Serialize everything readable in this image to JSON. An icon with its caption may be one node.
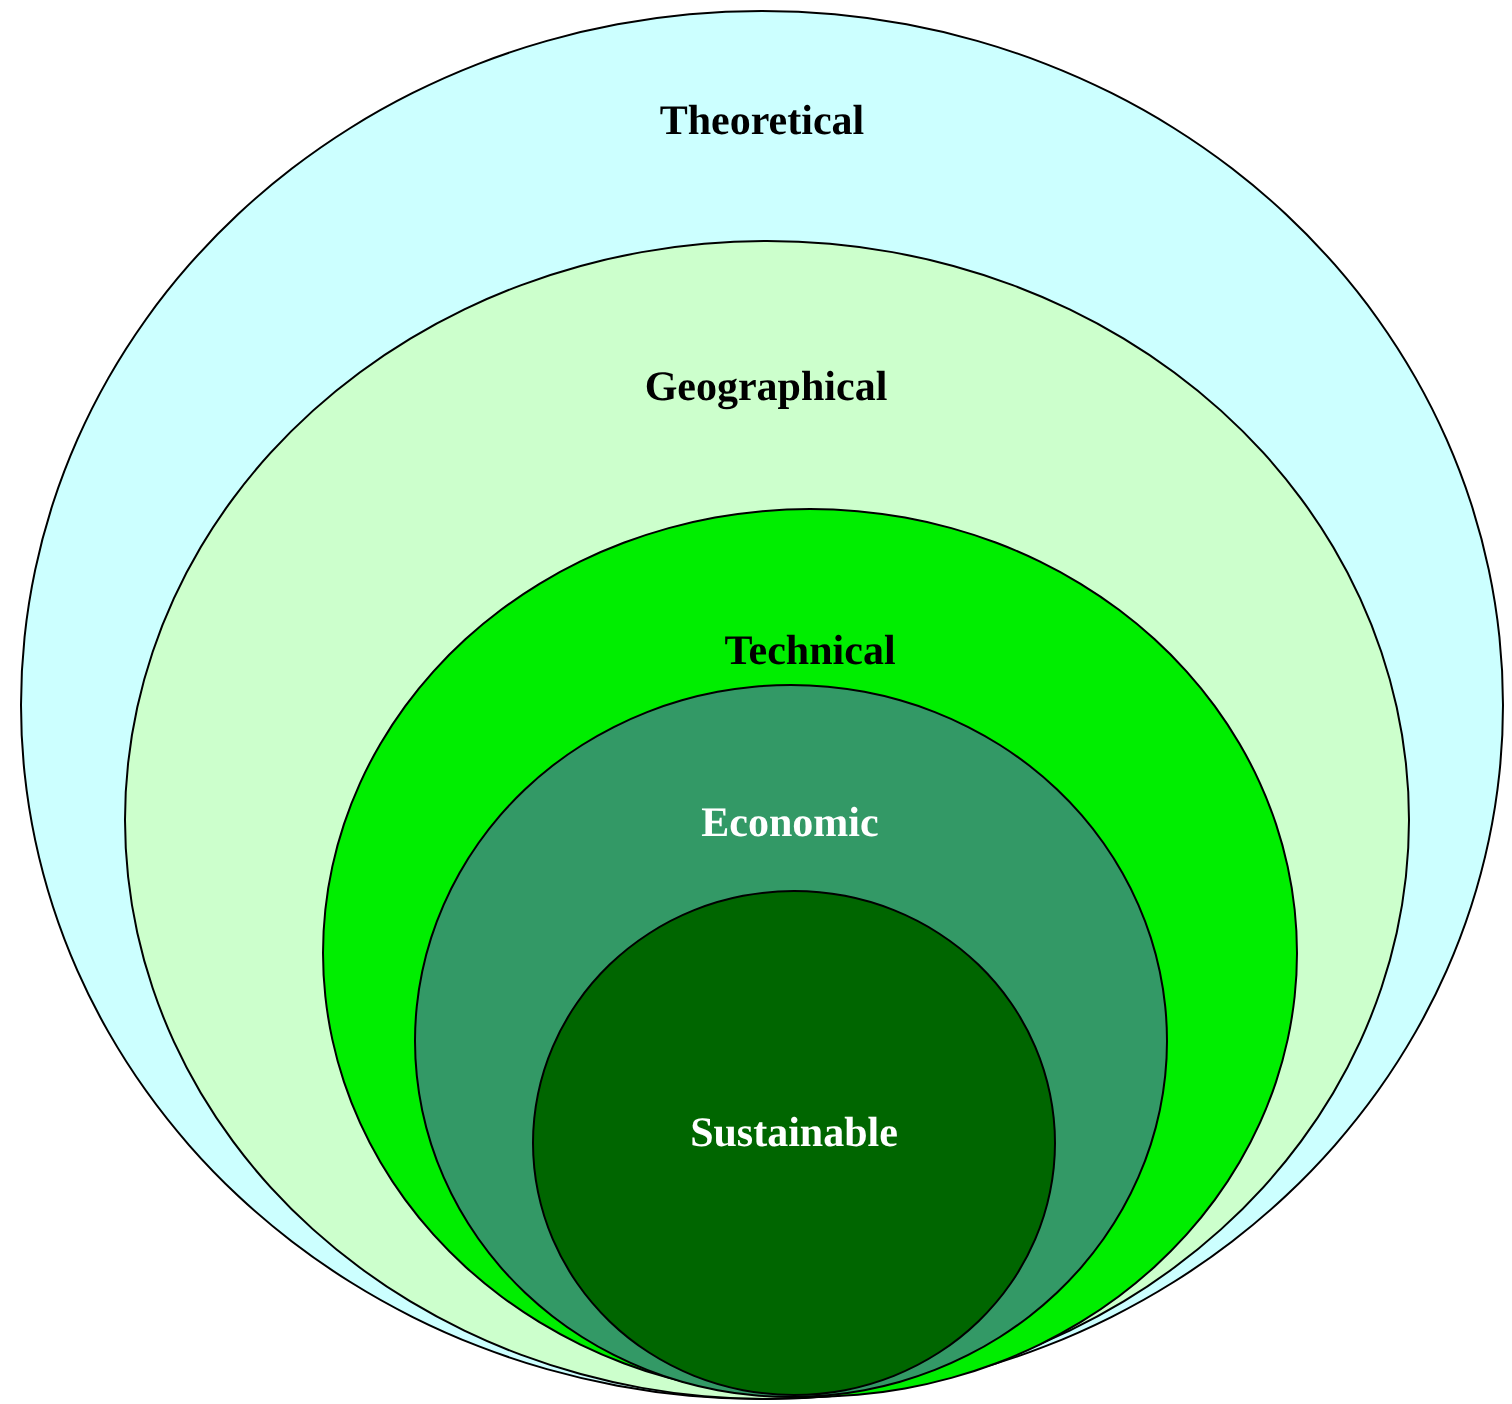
{
  "diagram": {
    "nodes": [
      {
        "text": [
          "Theoretical"
        ]
      },
      {
        "text": [
          "Geographical"
        ],
        "in": 0
      },
      {
        "text": [
          "Technical"
        ],
        "in": 1
      },
      {
        "text": [
          "Economic"
        ],
        "in": 2
      },
      {
        "text": [
          "Sustainable"
        ],
        "in": 3
      }
    ]
  }
}
